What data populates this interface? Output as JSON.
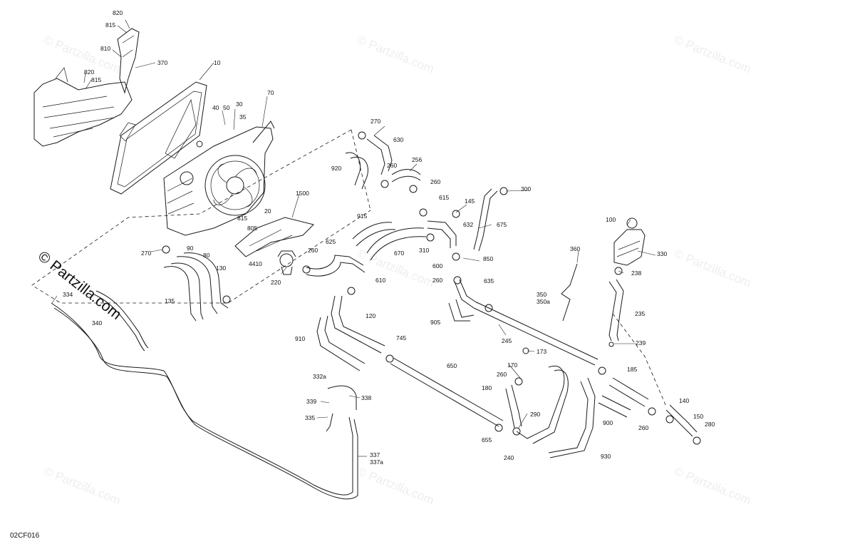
{
  "diagram": {
    "code": "02CF016",
    "watermark": "© Partzilla.com",
    "watermark_main": "© Partzilla.com"
  },
  "parts": [
    {
      "label": "820"
    },
    {
      "label": "815"
    },
    {
      "label": "810"
    },
    {
      "label": "370"
    },
    {
      "label": "820"
    },
    {
      "label": "815"
    },
    {
      "label": "10"
    },
    {
      "label": "40"
    },
    {
      "label": "50"
    },
    {
      "label": "30"
    },
    {
      "label": "35"
    },
    {
      "label": "70"
    },
    {
      "label": "1500"
    },
    {
      "label": "20"
    },
    {
      "label": "815"
    },
    {
      "label": "805"
    },
    {
      "label": "270"
    },
    {
      "label": "90"
    },
    {
      "label": "80"
    },
    {
      "label": "4410"
    },
    {
      "label": "130"
    },
    {
      "label": "135"
    },
    {
      "label": "220"
    },
    {
      "label": "260"
    },
    {
      "label": "625"
    },
    {
      "label": "610"
    },
    {
      "label": "270"
    },
    {
      "label": "630"
    },
    {
      "label": "920"
    },
    {
      "label": "260"
    },
    {
      "label": "256"
    },
    {
      "label": "260"
    },
    {
      "label": "615"
    },
    {
      "label": "145"
    },
    {
      "label": "300"
    },
    {
      "label": "915"
    },
    {
      "label": "670"
    },
    {
      "label": "310"
    },
    {
      "label": "632"
    },
    {
      "label": "675"
    },
    {
      "label": "850"
    },
    {
      "label": "600"
    },
    {
      "label": "260"
    },
    {
      "label": "635"
    },
    {
      "label": "905"
    },
    {
      "label": "120"
    },
    {
      "label": "910"
    },
    {
      "label": "745"
    },
    {
      "label": "650"
    },
    {
      "label": "245"
    },
    {
      "label": "173"
    },
    {
      "label": "170"
    },
    {
      "label": "260"
    },
    {
      "label": "180"
    },
    {
      "label": "290"
    },
    {
      "label": "655"
    },
    {
      "label": "240"
    },
    {
      "label": "930"
    },
    {
      "label": "900"
    },
    {
      "label": "185"
    },
    {
      "label": "260"
    },
    {
      "label": "140"
    },
    {
      "label": "150"
    },
    {
      "label": "280"
    },
    {
      "label": "239"
    },
    {
      "label": "235"
    },
    {
      "label": "238"
    },
    {
      "label": "330"
    },
    {
      "label": "100"
    },
    {
      "label": "360"
    },
    {
      "label": "350"
    },
    {
      "label": "350a"
    },
    {
      "label": "334"
    },
    {
      "label": "340"
    },
    {
      "label": "332a"
    },
    {
      "label": "339"
    },
    {
      "label": "338"
    },
    {
      "label": "335"
    },
    {
      "label": "337"
    },
    {
      "label": "337a"
    }
  ]
}
